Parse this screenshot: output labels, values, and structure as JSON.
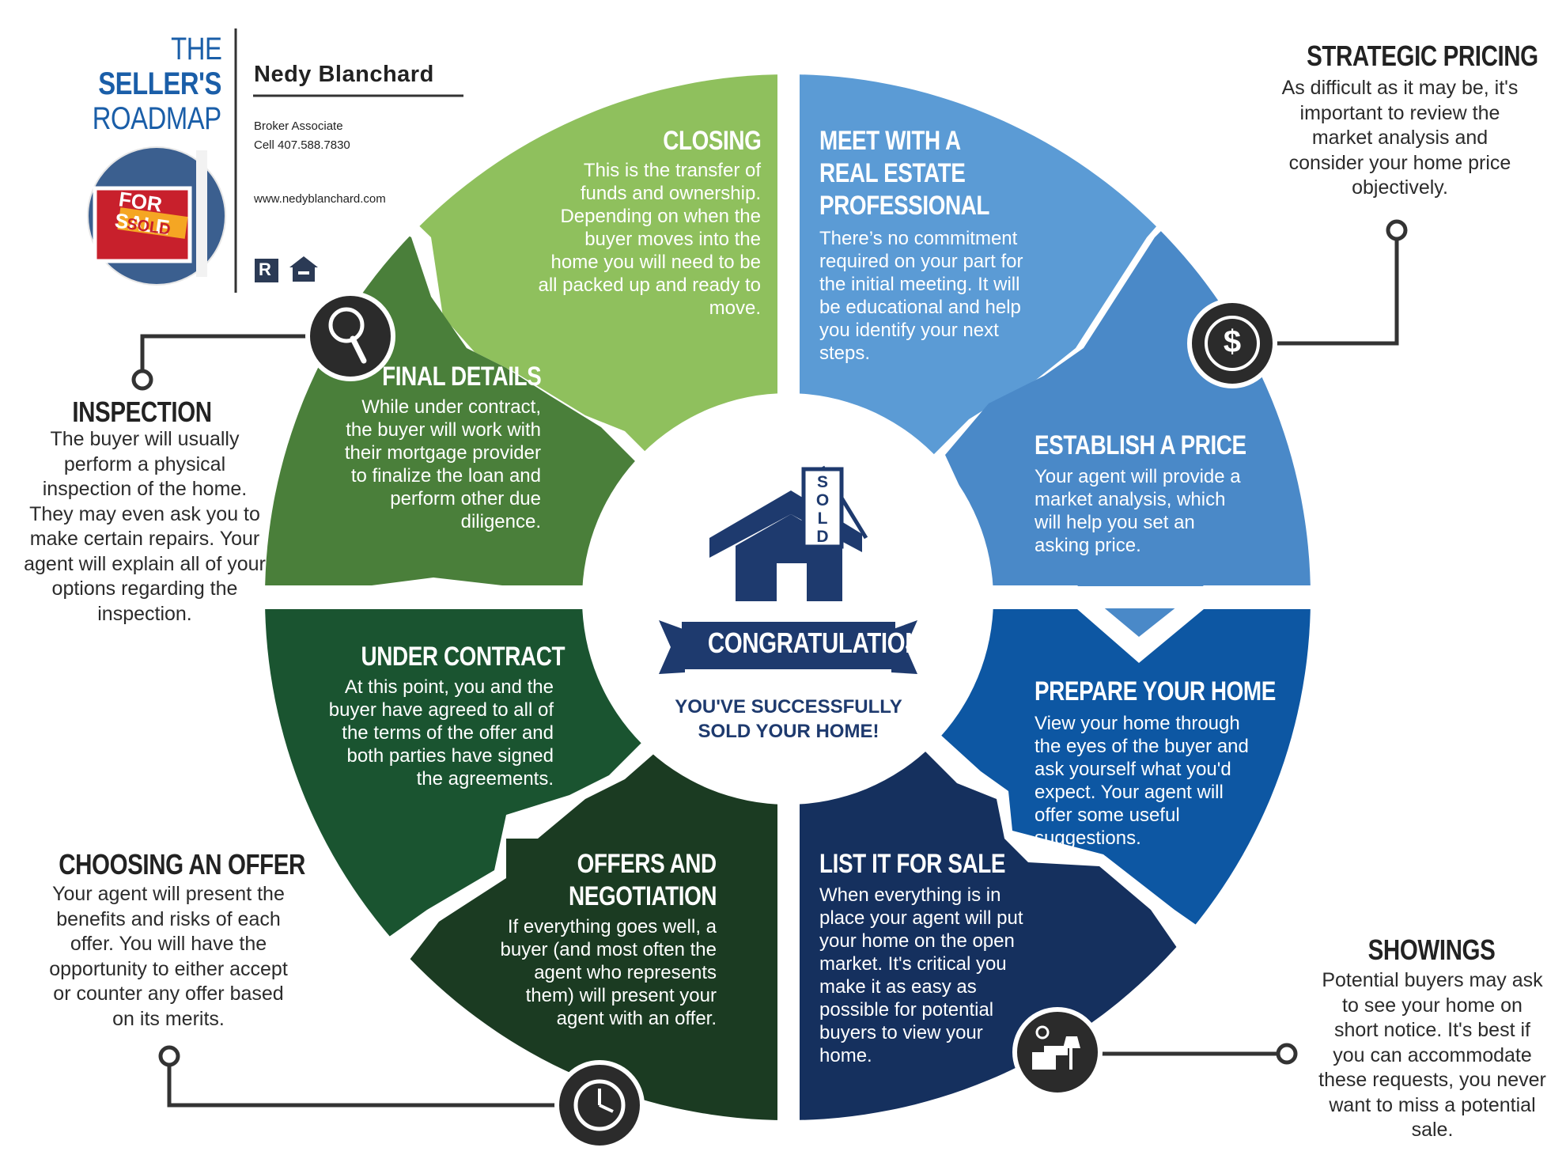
{
  "brand": {
    "line1": "THE",
    "line2": "SELLER'S",
    "line3": "ROADMAP"
  },
  "agent": {
    "name": "Nedy Blanchard",
    "title": "Broker Associate",
    "phone": "Cell 407.588.7830",
    "website": "www.nedyblanchard.com",
    "sign_for": "FOR",
    "sign_sale": "SALE",
    "sign_sold": "SOLD"
  },
  "center": {
    "house_sign": "SOLD",
    "banner": "CONGRATULATIONS!",
    "message_line1": "YOU'VE SUCCESSFULLY",
    "message_line2": "SOLD YOUR HOME!"
  },
  "steps": {
    "meet": {
      "title_lines": [
        "MEET WITH A",
        "REAL ESTATE",
        "PROFESSIONAL"
      ],
      "body": "There’s no commitment required on your part for the initial meeting. It will be educational and help you identify your next steps.",
      "color": "#5b9bd5"
    },
    "price": {
      "title": "ESTABLISH A PRICE",
      "body": "Your agent will provide a market analysis, which will help you set an asking price.",
      "color": "#4a89c8"
    },
    "prepare": {
      "title": "PREPARE YOUR HOME",
      "body": "View your home through the eyes of the buyer and ask yourself what you'd expect. Your agent will offer some useful suggestions.",
      "color": "#0d57a3"
    },
    "list": {
      "title": "LIST IT FOR SALE",
      "body": "When everything is in place your agent will put your home on the open market. It's critical you make it as easy as possible for potential buyers to view your home.",
      "color": "#15305e"
    },
    "offers": {
      "title_lines": [
        "OFFERS AND",
        "NEGOTIATION"
      ],
      "body": "If everything goes well, a buyer (and most often the agent who represents them) will present your agent with an offer.",
      "color": "#1b3b22"
    },
    "contract": {
      "title": "UNDER CONTRACT",
      "body": "At this point, you and the buyer have agreed to all of the terms of the offer and both parties have signed the agreements.",
      "color": "#1a5430"
    },
    "final": {
      "title": "FINAL DETAILS",
      "body": "While under contract, the buyer will work with their mortgage provider to finalize the loan and perform other due diligence.",
      "color": "#4a7f3a"
    },
    "closing": {
      "title": "CLOSING",
      "body": "This is the transfer of funds and ownership. Depending on when the buyer moves into the home you will need to be all packed up and ready to move.",
      "color": "#8fc05d"
    }
  },
  "side_notes": {
    "strategic": {
      "title": "STRATEGIC PRICING",
      "body": "As difficult as it may be, it's important to review the market analysis and consider your home price objectively."
    },
    "inspection": {
      "title": "INSPECTION",
      "body": "The buyer will usually perform a physical inspection of the home. They may even ask you to make certain repairs. Your agent will explain all of your options regarding the inspection."
    },
    "choosing": {
      "title": "CHOOSING AN OFFER",
      "body": "Your agent will present the benefits and risks of each offer. You will have the opportunity to either accept or counter any offer based on its merits."
    },
    "showings": {
      "title": "SHOWINGS",
      "body": "Potential buyers may ask to see your home on short notice. It's best if you can accommodate these requests, you never want to miss a potential sale."
    }
  },
  "icons": {
    "dollar": "$",
    "search": "magnifier-icon",
    "clock": "clock-icon",
    "showing": "furniture-icon"
  }
}
